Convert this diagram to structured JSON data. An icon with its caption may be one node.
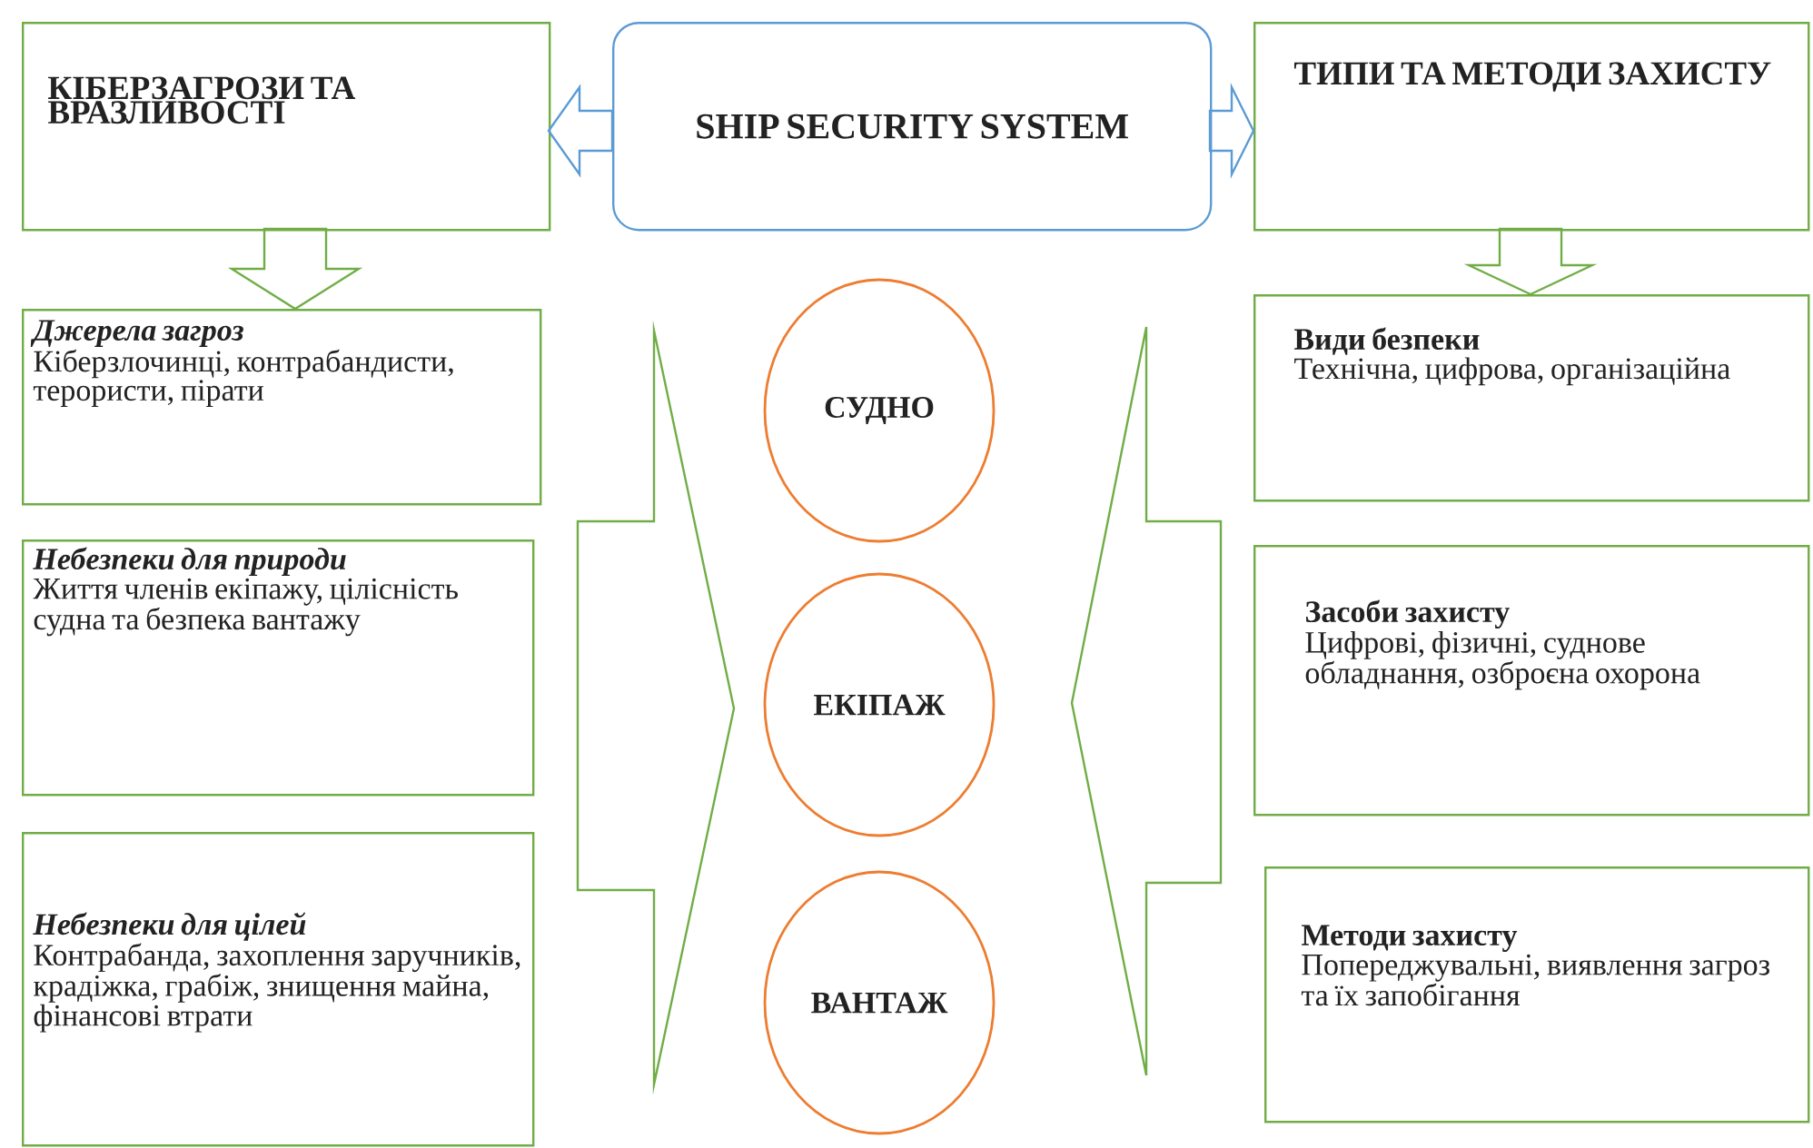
{
  "diagram": {
    "nodes": [
      {
        "text": [
          "SHIP SECURITY SYSTEM"
        ]
      },
      {
        "text": [
          "КІБЕРЗАГРОЗИ ТА ВРАЗЛИВОСТІ"
        ]
      },
      {
        "text": [
          "ТИПИ ТА МЕТОДИ ЗАХИСТУ"
        ]
      },
      {
        "text": [
          "Джерела загроз",
          "Кіберзлочинці, контрабандисти, терористи, пірати"
        ]
      },
      {
        "text": [
          "Небезпеки для природи",
          "Життя членів екіпажу, цілісність судна та безпека вантажу"
        ]
      },
      {
        "text": [
          "Небезпеки для цілей",
          "Контрабанда, захоплення заручників, крадіжка, грабіж, знищення майна, фінансові втрати"
        ]
      },
      {
        "text": [
          "Види безпеки",
          "Технічна, цифрова, організаційна"
        ]
      },
      {
        "text": [
          "Засоби захисту",
          "Цифрові, фізичні, суднове обладнання, озброєна охорона"
        ]
      },
      {
        "text": [
          "Методи захисту",
          "Попереджувальні, виявлення загроз та їх запобігання"
        ]
      },
      {
        "text": [
          "СУДНО"
        ]
      },
      {
        "text": [
          "ЕКІПАЖ"
        ]
      },
      {
        "text": [
          "ВАНТАЖ"
        ]
      }
    ],
    "edges": [
      {
        "from": 0,
        "to": 1,
        "arrow": "to",
        "color": "#5b9bd5"
      },
      {
        "from": 0,
        "to": 2,
        "arrow": "to",
        "color": "#5b9bd5"
      },
      {
        "from": 1,
        "to": 3,
        "arrow": "to"
      },
      {
        "from": 2,
        "to": 6,
        "arrow": "to"
      },
      {
        "from": 4,
        "to": 10,
        "arrow": "to"
      },
      {
        "from": 7,
        "to": 10,
        "arrow": "to"
      }
    ]
  }
}
